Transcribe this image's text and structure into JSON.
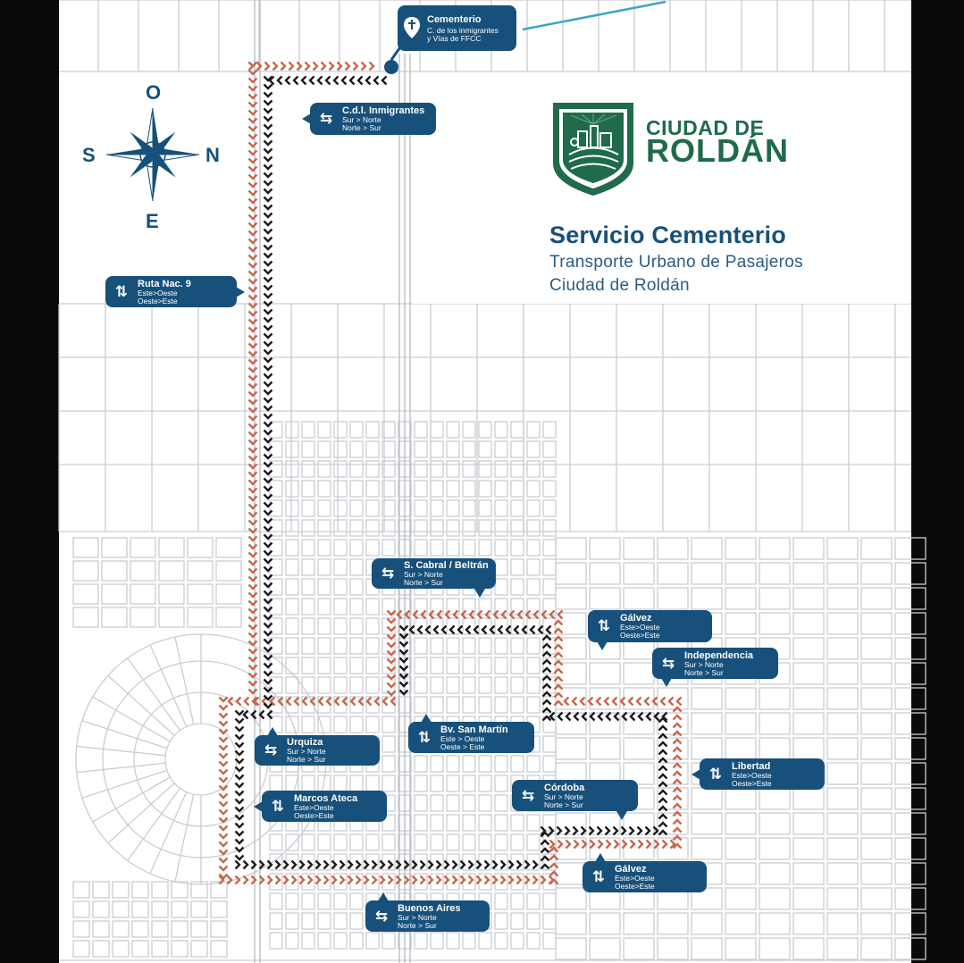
{
  "colors": {
    "map_background": "#ffffff",
    "street_lines": "#c9cdd3",
    "route_outbound": "#c8674e",
    "route_inbound": "#1c1c1c",
    "label_blue": "#17507a",
    "logo_green": "#1f6b4a",
    "rail_line": "#3aa6c4"
  },
  "logo": {
    "line1": "CIUDAD DE",
    "line2": "ROLDÁN"
  },
  "title": {
    "main": "Servicio Cementerio",
    "line2": "Transporte Urbano de Pasajeros",
    "line3": "Ciudad de Roldán"
  },
  "compass": {
    "top": "O",
    "left": "S",
    "right": "N",
    "bottom": "E"
  },
  "cemetery": {
    "name": "Cementerio",
    "sub1": "C. de los inmigrantes",
    "sub2": "y Vías de FFCC",
    "icon": "cemetery-pin-icon"
  },
  "streets": [
    {
      "id": "cdl-inmigrantes",
      "name": "C.d.l. Inmigrantes",
      "icon": "horizontal-arrows-icon",
      "line1": "Sur > Norte",
      "line2": "Norte > Sur"
    },
    {
      "id": "ruta-nac-9",
      "name": "Ruta Nac. 9",
      "icon": "vertical-arrows-icon",
      "line1": "Este>Oeste",
      "line2": "Oeste>Este"
    },
    {
      "id": "s-cabral-beltran",
      "name": "S. Cabral / Beltrán",
      "icon": "horizontal-arrows-icon",
      "line1": "Sur > Norte",
      "line2": "Norte > Sur"
    },
    {
      "id": "galvez-top",
      "name": "Gálvez",
      "icon": "vertical-arrows-icon",
      "line1": "Este>Oeste",
      "line2": "Oeste>Este"
    },
    {
      "id": "independencia",
      "name": "Independencia",
      "icon": "horizontal-arrows-icon",
      "line1": "Sur > Norte",
      "line2": "Norte > Sur"
    },
    {
      "id": "bv-san-martin",
      "name": "Bv. San Martín",
      "icon": "vertical-arrows-icon",
      "line1": "Este > Oeste",
      "line2": "Oeste > Este"
    },
    {
      "id": "urquiza",
      "name": "Urquiza",
      "icon": "horizontal-arrows-icon",
      "line1": "Sur > Norte",
      "line2": "Norte > Sur"
    },
    {
      "id": "libertad",
      "name": "Libertad",
      "icon": "vertical-arrows-icon",
      "line1": "Este>Oeste",
      "line2": "Oeste>Este"
    },
    {
      "id": "cordoba",
      "name": "Córdoba",
      "icon": "horizontal-arrows-icon",
      "line1": "Sur > Norte",
      "line2": "Norte > Sur"
    },
    {
      "id": "marcos-ateca",
      "name": "Marcos Ateca",
      "icon": "vertical-arrows-icon",
      "line1": "Este>Oeste",
      "line2": "Oeste>Este"
    },
    {
      "id": "galvez-bottom",
      "name": "Gálvez",
      "icon": "vertical-arrows-icon",
      "line1": "Este>Oeste",
      "line2": "Oeste>Este"
    },
    {
      "id": "buenos-aires",
      "name": "Buenos Aires",
      "icon": "horizontal-arrows-icon",
      "line1": "Sur > Norte",
      "line2": "Norte > Sur"
    }
  ]
}
